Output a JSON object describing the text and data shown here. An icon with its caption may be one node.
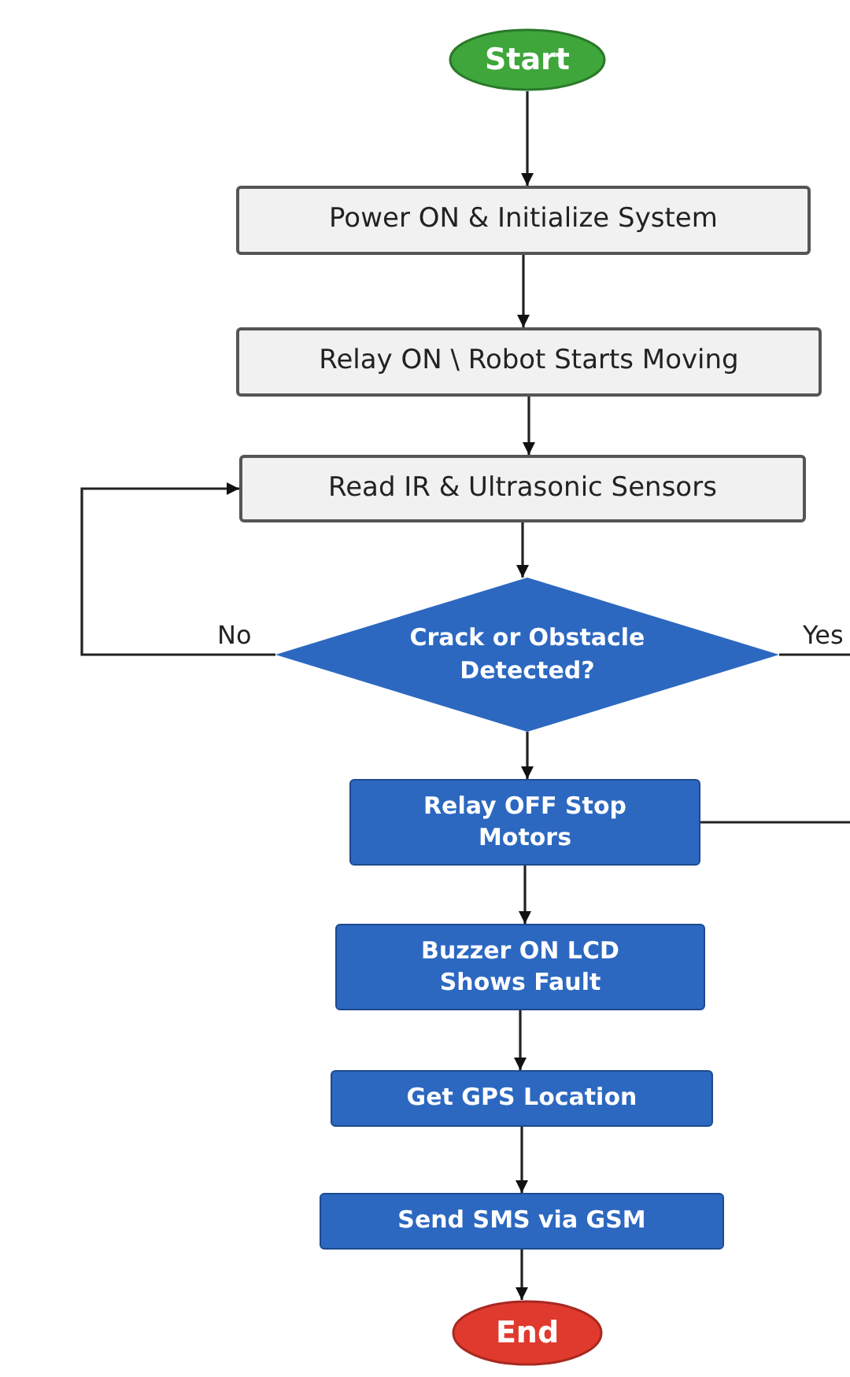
{
  "diagram": {
    "nodes": [
      {
        "text": [
          "Start"
        ]
      },
      {
        "text": [
          "Power ON & Initialize System"
        ]
      },
      {
        "text": [
          "Relay ON \\ Robot Starts Moving"
        ]
      },
      {
        "text": [
          "Read IR & Ultrasonic Sensors"
        ]
      },
      {
        "text": [
          "Crack or Obstacle Detected?"
        ]
      },
      {
        "text": [
          "Relay OFF Stop Motors"
        ]
      },
      {
        "text": [
          "Buzzer ON LCD Shows Fault"
        ]
      },
      {
        "text": [
          "Get GPS Location"
        ]
      },
      {
        "text": [
          "Send SMS via GSM"
        ]
      },
      {
        "text": [
          "End"
        ]
      }
    ],
    "edges": [
      {
        "from": 0,
        "to": 1,
        "arrow": "to"
      },
      {
        "from": 1,
        "to": 2,
        "arrow": "to"
      },
      {
        "from": 2,
        "to": 3,
        "arrow": "to"
      },
      {
        "from": 3,
        "to": 4,
        "arrow": "to"
      },
      {
        "from": 4,
        "to": 3,
        "arrow": "to",
        "label": "No"
      },
      {
        "from": 4,
        "to": null,
        "arrow": "none",
        "label": "Yes"
      },
      {
        "from": 4,
        "to": 5,
        "arrow": "to"
      },
      {
        "from": 5,
        "to": null,
        "arrow": "none"
      },
      {
        "from": 5,
        "to": 6,
        "arrow": "to"
      },
      {
        "from": 6,
        "to": 7,
        "arrow": "to"
      },
      {
        "from": 7,
        "to": 8,
        "arrow": "to"
      },
      {
        "from": 8,
        "to": 9,
        "arrow": "to"
      }
    ]
  }
}
